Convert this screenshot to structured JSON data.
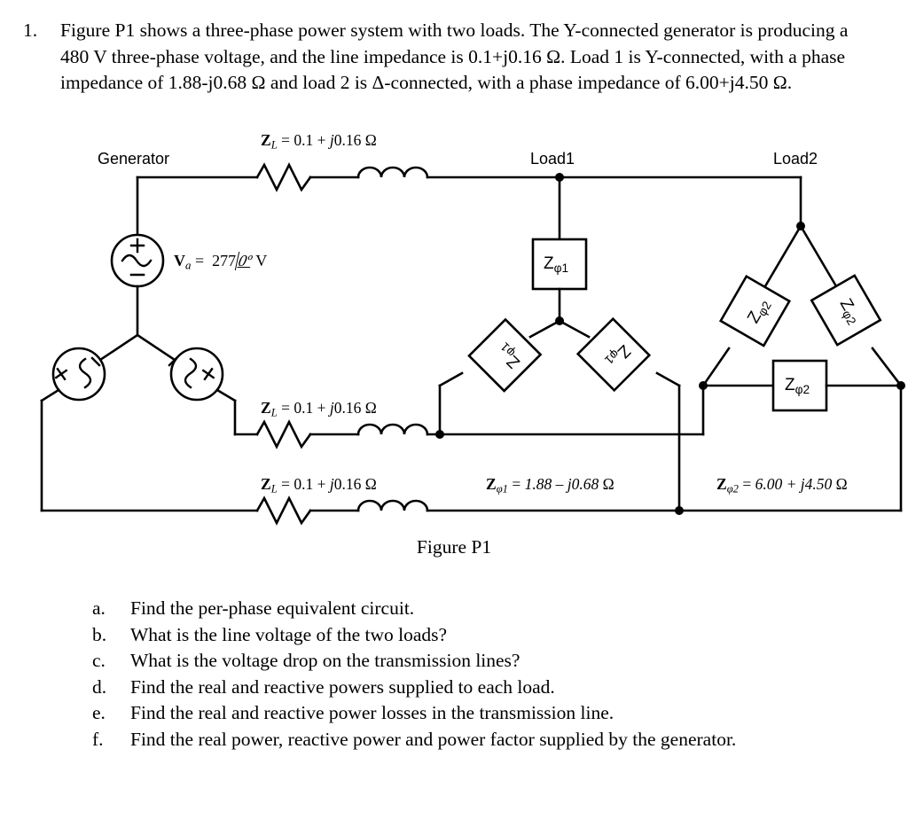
{
  "problem": {
    "number": "1.",
    "text_parts": [
      "Figure P1 shows a three-phase power system with two loads. The Y-connected generator is producing a 480 V three-phase voltage, and the line impedance is 0.1+j0.16 Ω. Load 1 is Y-connected, with a phase impedance of 1.88-j0.68 Ω and load 2 is Δ-connected, with a phase impedance of 6.00+j4.50 Ω."
    ]
  },
  "figure": {
    "caption": "Figure P1",
    "generator_label": "Generator",
    "load1_label": "Load1",
    "load2_label": "Load2",
    "source_voltage": {
      "symbol": "V",
      "subscript": "a",
      "equals": "=",
      "magnitude": "277",
      "angle": "0º",
      "unit": "V",
      "full": "Va = 277∠0º V"
    },
    "line_impedance_labels": [
      "ZL = 0.1 + j0.16 Ω",
      "ZL = 0.1 + j0.16 Ω",
      "ZL = 0.1 + j0.16 Ω"
    ],
    "line_impedance": {
      "symbol": "Z",
      "subscript": "L",
      "real": "0.1",
      "imag": "0.16",
      "unit": "Ω",
      "value_text": "0.1 + j0.16 Ω"
    },
    "load1_impedance": {
      "symbol": "Z",
      "subscript": "φ1",
      "real": "1.88",
      "imag": "-0.68",
      "unit": "Ω",
      "value_text": "1.88 – j0.68 Ω",
      "box_label": "Zφ1"
    },
    "load2_impedance": {
      "symbol": "Z",
      "subscript": "φ2",
      "real": "6.00",
      "imag": "4.50",
      "unit": "Ω",
      "value_text": "6.00 + j4.50 Ω",
      "box_label": "Zφ2"
    },
    "source_polarity": {
      "plus": "+",
      "minus": "–"
    },
    "colors": {
      "wire": "#000000",
      "background": "#ffffff"
    }
  },
  "questions": [
    {
      "letter": "a.",
      "text": "Find the per-phase equivalent circuit."
    },
    {
      "letter": "b.",
      "text": "What is the line voltage of the two loads?"
    },
    {
      "letter": "c.",
      "text": "What is the voltage drop on the transmission lines?"
    },
    {
      "letter": "d.",
      "text": "Find the real and reactive powers supplied to each load."
    },
    {
      "letter": "e.",
      "text": "Find the real and reactive power losses in the transmission line."
    },
    {
      "letter": "f.",
      "text": "Find the real power, reactive power and power factor supplied by the generator."
    }
  ]
}
